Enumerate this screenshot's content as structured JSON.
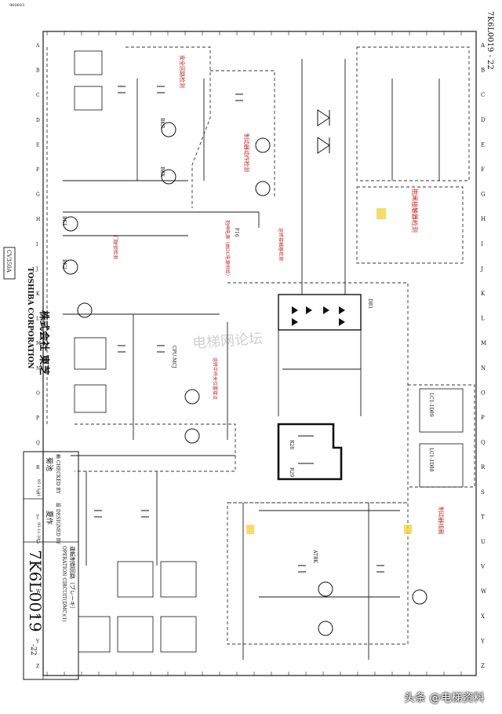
{
  "sheet": {
    "drawing_number": "7K6L0019",
    "sheet_suffix": "-22",
    "top_code": "7K6L0019 - 22",
    "small_code": "960603",
    "model_code": "CV350A"
  },
  "company": {
    "name_jp": "株式会社 東芝",
    "name_en": "TOSHIBA CORPORATION"
  },
  "title_block": {
    "checked_label": "検 CHECKED BY",
    "checked_name": "菊池",
    "designed_label": "設 DESIGNED BY",
    "designed_name": "夏作",
    "title_jp": "運転制御回路（ブレーキ）",
    "title_en": "OPERATION CIRCUIT(DMC)(1)",
    "date_a": "95-11-21",
    "date_b": "95-11-20"
  },
  "border_letters": [
    "A",
    "B",
    "C",
    "D",
    "E",
    "F",
    "G",
    "H",
    "I",
    "J",
    "K",
    "L",
    "M",
    "N",
    "O",
    "P",
    "Q",
    "R",
    "S",
    "T",
    "U",
    "V",
    "W",
    "X",
    "Y",
    "Z"
  ],
  "annotations": [
    "抱闸接触器检测",
    "安全回路检测",
    "制动器动作检测",
    "门联锁检测",
    "抱闸电源（由DC电源供给）",
    "运转中开关位置接点",
    "运转接触器检测",
    "制动器线圈"
  ],
  "component_labels": {
    "brake_relay_1": "BKR",
    "brake_relay_2": "BKX",
    "brake_coil_1": "BK1",
    "brake_coil_2": "BK2",
    "resistor_1": "R28",
    "resistor_2": "R29",
    "rectifier": "DB1",
    "fuse": "F16",
    "terminal_table_1": "LC1-1D89",
    "terminal_table_2": "LC1-1D88",
    "relay_block": "ATBK",
    "module": "CPU-MCJ"
  },
  "watermark": {
    "forum": "电梯网论坛",
    "source_prefix": "头条",
    "source_author": "@电梯资料"
  },
  "colors": {
    "line": "#1a1a1a",
    "dash": "#333333",
    "red_note": "#c02020",
    "yellow_mark": "#f2d22e"
  }
}
